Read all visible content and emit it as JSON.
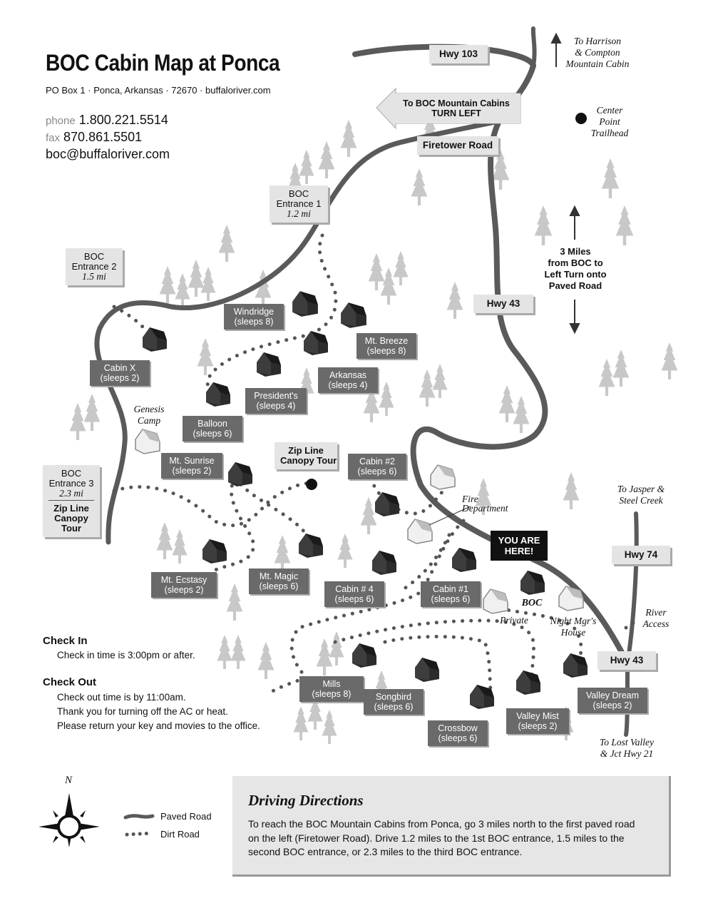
{
  "header": {
    "title": "BOC Cabin Map at Ponca",
    "address": "PO Box 1  ·  Ponca, Arkansas  ·  72670  ·  buffaloriver.com",
    "phone_label": "phone",
    "phone": "1.800.221.5514",
    "fax_label": "fax",
    "fax": "870.861.5501",
    "email": "boc@buffaloriver.com"
  },
  "roads": {
    "hwy103": "Hwy 103",
    "hwy43_north": "Hwy 43",
    "hwy74": "Hwy 74",
    "hwy43_south": "Hwy 43",
    "firetower": "Firetower Road",
    "turn_left_line1": "To BOC Mountain Cabins",
    "turn_left_line2": "TURN LEFT"
  },
  "entrances": {
    "e1_name": "BOC",
    "e1_name2": "Entrance 1",
    "e1_dist": "1.2 mi",
    "e2_name": "BOC",
    "e2_name2": "Entrance 2",
    "e2_dist": "1.5 mi",
    "e3_name": "BOC",
    "e3_name2": "Entrance 3",
    "e3_dist": "2.3 mi",
    "e3_extra1": "Zip Line",
    "e3_extra2": "Canopy",
    "e3_extra3": "Tour"
  },
  "zipline": {
    "line1": "Zip Line",
    "line2": "Canopy Tour"
  },
  "miles_note": [
    "3 Miles",
    "from BOC to",
    "Left Turn onto",
    "Paved Road"
  ],
  "place_notes": {
    "harrison": [
      "To Harrison",
      "& Compton",
      "Mountain Cabin"
    ],
    "center_point": [
      "Center",
      "Point",
      "Trailhead"
    ],
    "jasper": [
      "To Jasper &",
      "Steel Creek"
    ],
    "river_access": [
      "River",
      "Access"
    ],
    "lost_valley": [
      "To Lost Valley",
      "& Jct Hwy 21"
    ],
    "genesis": [
      "Genesis",
      "Camp"
    ],
    "fire_dept": [
      "Fire",
      "Department"
    ],
    "boc": "BOC",
    "private": "Private",
    "night_mgr": [
      "Night Mgr's",
      "House"
    ]
  },
  "you_are_here": [
    "YOU ARE",
    "HERE!"
  ],
  "cabins": [
    {
      "name": "Windridge",
      "sleeps": "(sleeps 8)"
    },
    {
      "name": "Mt. Breeze",
      "sleeps": "(sleeps 8)"
    },
    {
      "name": "Cabin X",
      "sleeps": "(sleeps 2)"
    },
    {
      "name": "Arkansas",
      "sleeps": "(sleeps 4)"
    },
    {
      "name": "President's",
      "sleeps": "(sleeps 4)"
    },
    {
      "name": "Balloon",
      "sleeps": "(sleeps 6)"
    },
    {
      "name": "Mt. Sunrise",
      "sleeps": "(sleeps 2)"
    },
    {
      "name": "Cabin #2",
      "sleeps": "(sleeps 6)"
    },
    {
      "name": "Mt. Ecstasy",
      "sleeps": "(sleeps 2)"
    },
    {
      "name": "Mt. Magic",
      "sleeps": "(sleeps 6)"
    },
    {
      "name": "Cabin # 4",
      "sleeps": "(sleeps 6)"
    },
    {
      "name": "Cabin #1",
      "sleeps": "(sleeps 6)"
    },
    {
      "name": "Mills",
      "sleeps": "(sleeps 8)"
    },
    {
      "name": "Songbird",
      "sleeps": "(sleeps 6)"
    },
    {
      "name": "Crossbow",
      "sleeps": "(sleeps 6)"
    },
    {
      "name": "Valley Mist",
      "sleeps": "(sleeps 2)"
    },
    {
      "name": "Valley Dream",
      "sleeps": "(sleeps 2)"
    }
  ],
  "check_in": {
    "heading": "Check In",
    "text": "Check in time is 3:00pm or after."
  },
  "check_out": {
    "heading": "Check Out",
    "line1": "Check out time is by 11:00am.",
    "line2": "Thank you for turning off the AC or heat.",
    "line3": "Please return your key and movies to the office."
  },
  "legend": {
    "north": "N",
    "paved": "Paved Road",
    "dirt": "Dirt Road"
  },
  "directions": {
    "heading": "Driving Directions",
    "text": "To reach the BOC Mountain Cabins from Ponca, go 3 miles north to the first paved road on the left (Firetower Road). Drive 1.2 miles to the 1st BOC entrance, 1.5 miles to the second BOC entrance, or 2.3 miles to the third BOC entrance."
  },
  "colors": {
    "road": "#5a5a5a",
    "tree": "#c8c8c8",
    "cabin_dark": "#2b2b2b",
    "label_dark": "#6a6a6a",
    "label_light": "#e4e4e4"
  }
}
